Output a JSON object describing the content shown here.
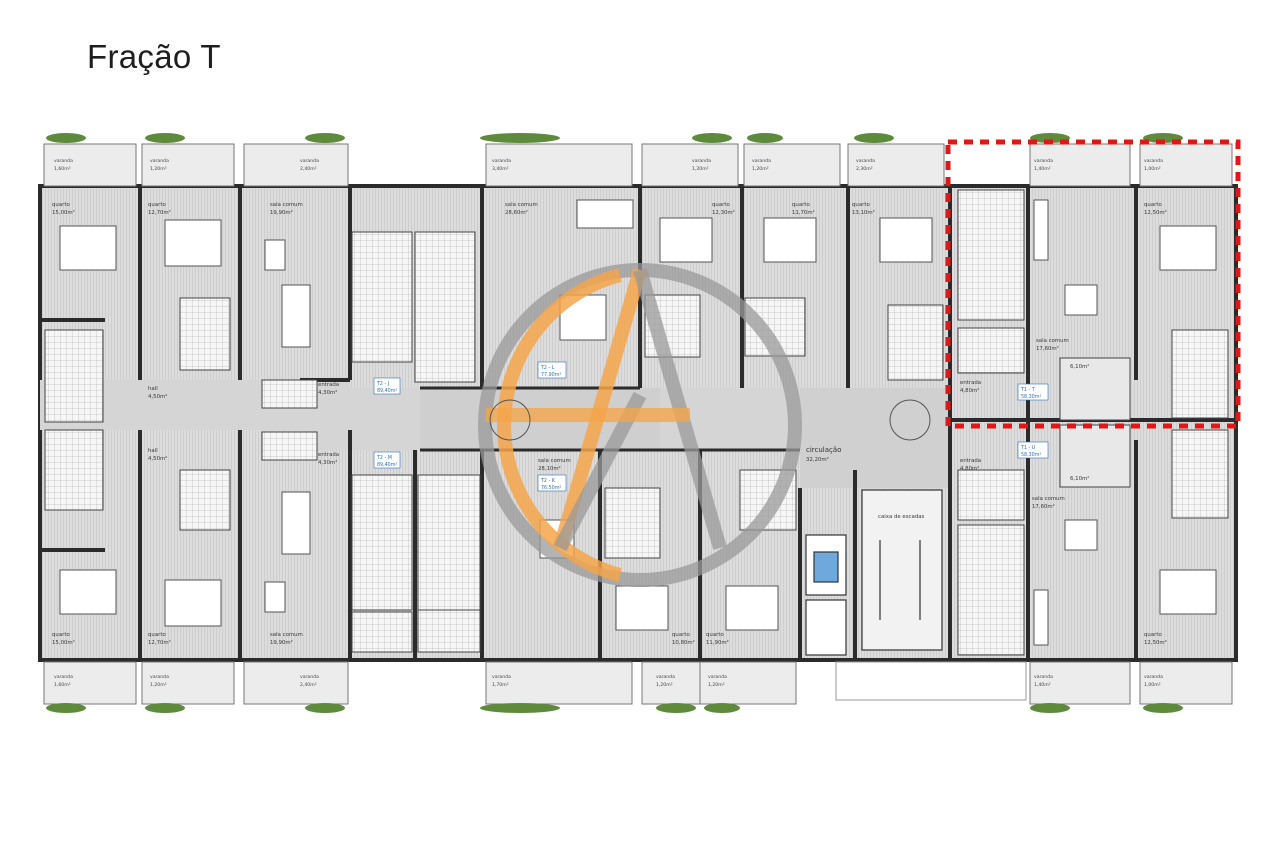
{
  "page_title": "Fração T",
  "colors": {
    "wall": "#2b2b2b",
    "floor": "#d9d9d9",
    "tile": "#f4f4f4",
    "highlight": "#e01717",
    "logo_orange": "#f4a54a",
    "logo_gray": "#9a9a9a",
    "plant": "#5e8a3c",
    "label_blue": "#2f6fc0"
  },
  "rooms": [
    {
      "name": "quarto",
      "area": "15,00m²"
    },
    {
      "name": "quarto",
      "area": "12,70m²"
    },
    {
      "name": "sala comum",
      "area": "19,90m²"
    },
    {
      "name": "sala comum",
      "area": "28,60m²"
    },
    {
      "name": "quarto",
      "area": "12,30m²"
    },
    {
      "name": "quarto",
      "area": "11,70m²"
    },
    {
      "name": "quarto",
      "area": "13,10m²"
    },
    {
      "name": "quarto",
      "area": "12,50m²"
    },
    {
      "name": "sala comum",
      "area": "17,60m²"
    },
    {
      "name": "hall",
      "area": "4,50m²"
    },
    {
      "name": "entrada",
      "area": "4,30m²"
    },
    {
      "name": "entrada",
      "area": "4,80m²"
    },
    {
      "name": "entrada",
      "area": "4,30m²"
    },
    {
      "name": "entrada",
      "area": "4,80m²"
    },
    {
      "name": "hall",
      "area": "4,50m²"
    },
    {
      "name": "sala comum",
      "area": "28,10m²"
    },
    {
      "name": "circulação",
      "area": "32,20m²"
    },
    {
      "name": "caixa de escadas",
      "area": ""
    },
    {
      "name": "sala comum",
      "area": "17,60m²"
    },
    {
      "name": "quarto",
      "area": "15,00m²"
    },
    {
      "name": "quarto",
      "area": "12,70m²"
    },
    {
      "name": "sala comum",
      "area": "19,90m²"
    },
    {
      "name": "quarto",
      "area": "10,80m²"
    },
    {
      "name": "quarto",
      "area": "11,90m²"
    },
    {
      "name": "quarto",
      "area": "12,50m²"
    },
    {
      "name": "",
      "area": "6,10m²"
    },
    {
      "name": "",
      "area": "6,10m²"
    }
  ],
  "balconies": [
    {
      "name": "varanda",
      "area": "1,60m²"
    },
    {
      "name": "varanda",
      "area": "1,20m²"
    },
    {
      "name": "varanda",
      "area": "2,40m²"
    },
    {
      "name": "varanda",
      "area": "3,40m²"
    },
    {
      "name": "varanda",
      "area": "1,20m²"
    },
    {
      "name": "varanda",
      "area": "1,20m²"
    },
    {
      "name": "varanda",
      "area": "2,30m²"
    },
    {
      "name": "varanda",
      "area": "1,40m²"
    },
    {
      "name": "varanda",
      "area": "1,00m²"
    },
    {
      "name": "varanda",
      "area": "1,60m²"
    },
    {
      "name": "varanda",
      "area": "1,20m²"
    },
    {
      "name": "varanda",
      "area": "2,40m²"
    },
    {
      "name": "varanda",
      "area": "1,70m²"
    },
    {
      "name": "varanda",
      "area": "1,20m²"
    },
    {
      "name": "varanda",
      "area": "1,20m²"
    },
    {
      "name": "varanda",
      "area": "1,40m²"
    },
    {
      "name": "varanda",
      "area": "1,00m²"
    }
  ],
  "unit_tags": [
    {
      "code": "T2 - J",
      "area": "89,40m²"
    },
    {
      "code": "T2 - M",
      "area": "89,40m²"
    },
    {
      "code": "T2 - L",
      "area": "77,90m²"
    },
    {
      "code": "T2 - K",
      "area": "76,50m²"
    },
    {
      "code": "T1 - T",
      "area": "58,30m²"
    },
    {
      "code": "T1 - U",
      "area": "58,30m²"
    }
  ]
}
